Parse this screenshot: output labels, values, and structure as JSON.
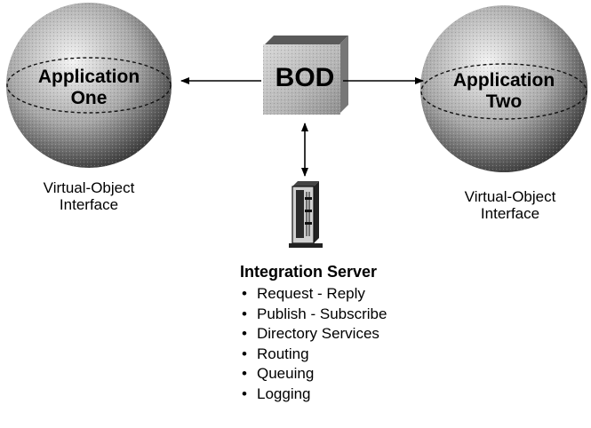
{
  "application_one": {
    "label_line1": "Application",
    "label_line2": "One",
    "caption_line1": "Virtual-Object",
    "caption_line2": "Interface"
  },
  "application_two": {
    "label_line1": "Application",
    "label_line2": "Two",
    "caption_line1": "Virtual-Object",
    "caption_line2": "Interface"
  },
  "bod": {
    "label": "BOD"
  },
  "integration_server": {
    "title": "Integration Server",
    "features": [
      "Request - Reply",
      "Publish - Subscribe",
      "Directory Services",
      "Routing",
      "Queuing",
      "Logging"
    ]
  },
  "colors": {
    "sphere_light": "#f2f2f2",
    "sphere_dark": "#3a3a3a",
    "box_face": "#bdbdbd",
    "box_top": "#5a5a5a",
    "arrow": "#000000"
  },
  "icons": {
    "server": "server-tower-icon"
  }
}
